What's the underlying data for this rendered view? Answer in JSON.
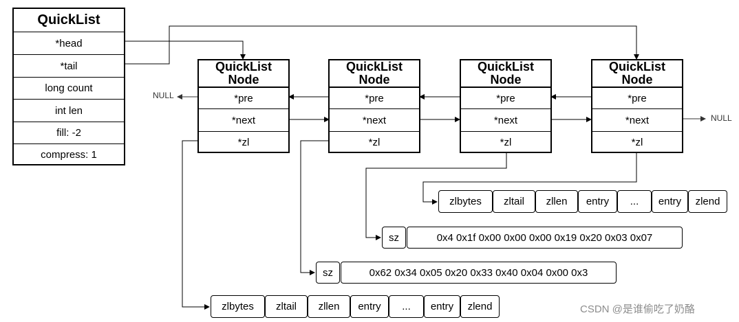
{
  "quicklist": {
    "title": "QuickList",
    "fields": [
      "*head",
      "*tail",
      "long count",
      "int len",
      "fill: -2",
      "compress: 1"
    ]
  },
  "node": {
    "title_line1": "QuickList",
    "title_line2": "Node",
    "fields": [
      "*pre",
      "*next",
      "*zl"
    ]
  },
  "null_label": "NULL",
  "ziplist_top": [
    "zlbytes",
    "zltail",
    "zllen",
    "entry",
    "...",
    "entry",
    "zlend"
  ],
  "ziplist_bottom": [
    "zlbytes",
    "zltail",
    "zllen",
    "entry",
    "...",
    "entry",
    "zlend"
  ],
  "compressed_1": {
    "size_label": "sz",
    "bytes": "0x4 0x1f 0x00 0x00 0x00 0x19 0x20 0x03 0x07"
  },
  "compressed_2": {
    "size_label": "sz",
    "bytes": "0x62 0x34 0x05 0x20 0x33 0x40 0x04 0x00 0x3"
  },
  "watermark": "CSDN @是谁偷吃了奶酪"
}
